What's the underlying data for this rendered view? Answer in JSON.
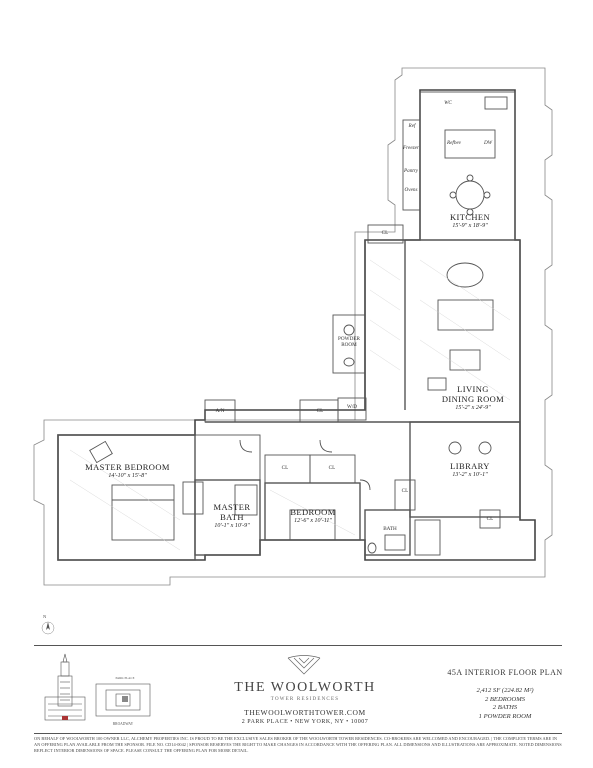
{
  "rooms": {
    "kitchen": {
      "name": "KITCHEN",
      "dims": "15'-9\" x 18'-9\""
    },
    "living": {
      "name1": "LIVING",
      "name2": "DINING ROOM",
      "dims": "15'-2\" x 24'-9\""
    },
    "master_bedroom": {
      "name": "MASTER BEDROOM",
      "dims": "14'-10\" x 15'-8\""
    },
    "master_bath": {
      "name1": "MASTER",
      "name2": "BATH",
      "dims": "10'-1\" x 10'-9\""
    },
    "bedroom": {
      "name": "BEDROOM",
      "dims": "12'-6\" x 10'-11\""
    },
    "library": {
      "name": "LIBRARY",
      "dims": "13'-2\" x 10'-1\""
    },
    "powder_room": {
      "name1": "POWDER",
      "name2": "ROOM"
    },
    "bath": {
      "name": "BATH"
    }
  },
  "small_labels": {
    "wc": "WC",
    "ref": "Ref",
    "freezer": "Freezer",
    "pantry": "Pantry",
    "ovens": "Ovens",
    "refbev": "Refbev",
    "dw": "DW",
    "cl_kitchen": "CL",
    "an": "A/N",
    "cl_hall": "CL",
    "wd": "W/D",
    "cl_mb": "CL",
    "cl_bed": "CL",
    "cl_lib1": "CL",
    "cl_lib2": "CL"
  },
  "compass": "N",
  "keyplan": {
    "top": "PARK PLACE",
    "bottom": "BROADWAY"
  },
  "brand": {
    "name": "THE WOOLWORTH",
    "sub": "TOWER RESIDENCES",
    "url": "THEWOOLWORTHTOWER.COM",
    "address": "2 PARK PLACE • NEW YORK, NY • 10007"
  },
  "floorplan": {
    "title": "45A INTERIOR FLOOR PLAN",
    "area": "2,412 SF (224.82 M²)",
    "bedrooms": "2 BEDROOMS",
    "baths": "2 BATHS",
    "powder": "1 POWDER ROOM"
  },
  "disclaimer": "ON BEHALF OF WOOLWORTH 100 OWNER LLC, ALCHEMY PROPERTIES INC. IS PROUD TO BE THE EXCLUSIVE SALES BROKER OF THE WOOLWORTH TOWER RESIDENCES. CO-BROKERS ARE WELCOMED AND ENCOURAGED. | THE COMPLETE TERMS ARE IN AN OFFERING PLAN AVAILABLE FROM THE SPONSOR. FILE NO. CD14-0042 | SPONSOR RESERVES THE RIGHT TO MAKE CHANGES IN ACCORDANCE WITH THE OFFERING PLAN. ALL DIMENSIONS AND ILLUSTRATIONS ARE APPROXIMATE. NOTED DIMENSIONS REFLECT INTERIOR DIMENSIONS OF SPACE. PLEASE CONSULT THE OFFERING PLAN FOR MORE DETAIL."
}
